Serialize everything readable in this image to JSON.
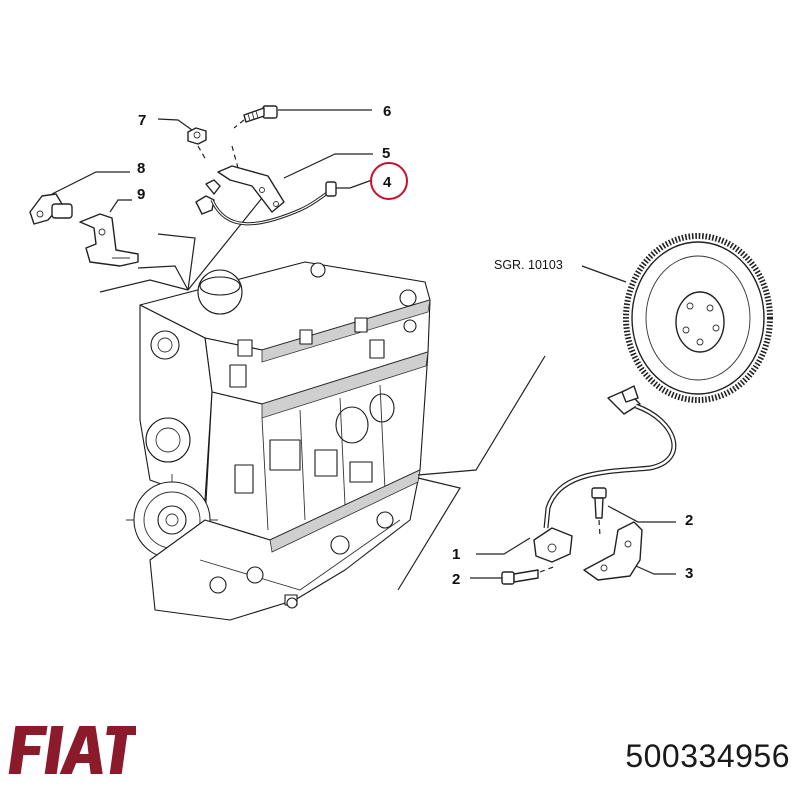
{
  "diagram": {
    "callouts": {
      "c1": "1",
      "c2a": "2",
      "c2b": "2",
      "c3": "3",
      "c4": "4",
      "c5": "5",
      "c6": "6",
      "c7": "7",
      "c8": "8",
      "c9": "9"
    },
    "reference_label": "SGR. 10103",
    "highlight_color": "#c8102e"
  },
  "brand": {
    "logo_text": "FIAT",
    "logo_color": "#8b1a2b"
  },
  "part_number": "500334956"
}
